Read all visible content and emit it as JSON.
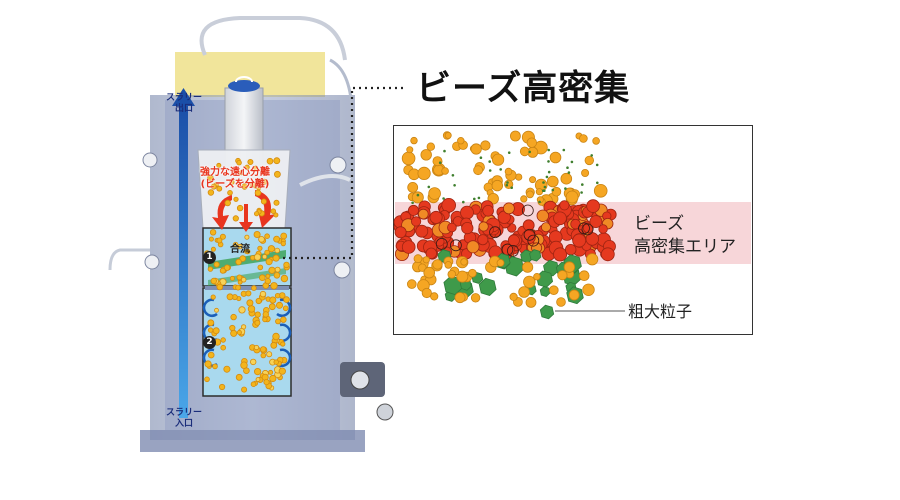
{
  "heading": "ビーズ高密集",
  "zoom": {
    "dense_area_label_line1": "ビーズ",
    "dense_area_label_line2": "高密集エリア",
    "coarse_particle_label": "粗大粒子"
  },
  "machine": {
    "slurry_outlet_line1": "スラリー",
    "slurry_outlet_line2": "出口",
    "slurry_inlet_line1": "スラリー",
    "slurry_inlet_line2": "入口",
    "centrifugal_line1": "強力な遠心分離",
    "centrifugal_line2": "(ビーズを分離)",
    "merge_label": "合流",
    "marker_1": "1",
    "marker_2": "2"
  },
  "colors": {
    "bead_orange": "#f5a623",
    "bead_red": "#e5391f",
    "coarse_green": "#3f9a4a",
    "dense_band": "#f7d6d9",
    "flow_arrow": "#1b5fb8"
  }
}
